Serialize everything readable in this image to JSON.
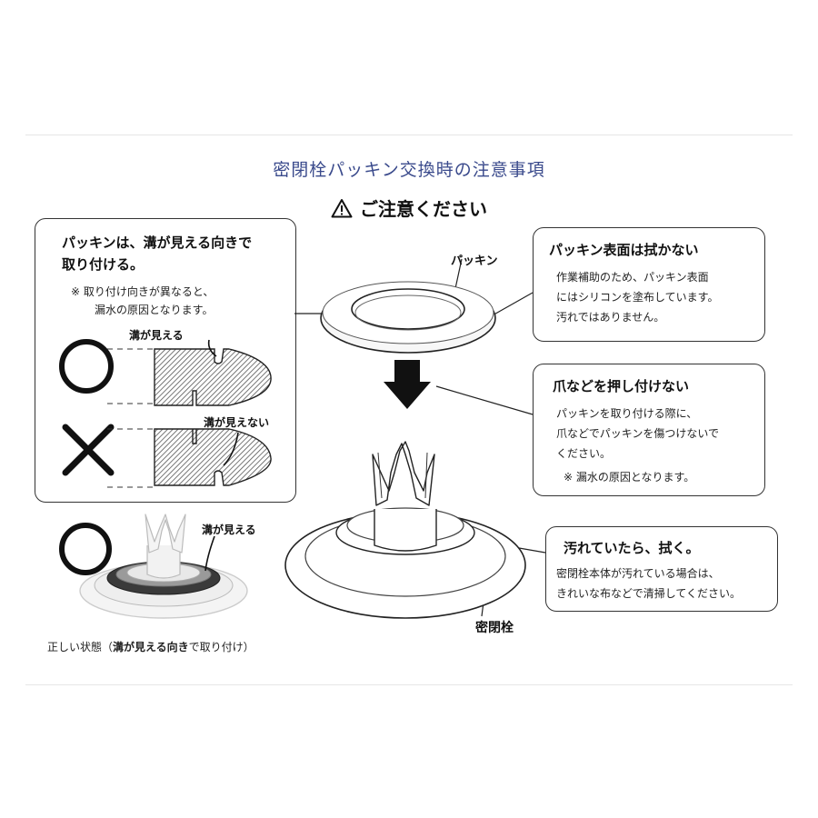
{
  "title": "密閉栓パッキン交換時の注意事項",
  "caution": "ご注意ください",
  "left_box": {
    "heading_line1": "パッキンは、溝が見える向きで",
    "heading_line2": "取り付ける。",
    "note_line1": "※ 取り付け向きが異なると、",
    "note_line2": "漏水の原因となります。",
    "ok_label": "溝が見える",
    "ng_label": "溝が見えない",
    "ok_symbol": "○",
    "ng_symbol": "×"
  },
  "packing_label": "パッキン",
  "plug_label": "密閉栓",
  "box_wipe": {
    "heading": "パッキン表面は拭かない",
    "line1": "作業補助のため、パッキン表面",
    "line2": "にはシリコンを塗布しています。",
    "line3": "汚れではありません。"
  },
  "box_nail": {
    "heading": "爪などを押し付けない",
    "line1": "パッキンを取り付ける際に、",
    "line2": "爪などでパッキンを傷つけないで",
    "line3": "ください。",
    "line4": "※ 漏水の原因となります。"
  },
  "box_dirty": {
    "heading": "汚れていたら、拭く。",
    "line1": "密閉栓本体が汚れている場合は、",
    "line2": "きれいな布などで清掃してください。"
  },
  "photo": {
    "groove_label": "溝が見える",
    "caption_prefix": "正しい状態（",
    "caption_bold": "溝が見える向き",
    "caption_suffix": "で取り付け）",
    "symbol": "○"
  }
}
